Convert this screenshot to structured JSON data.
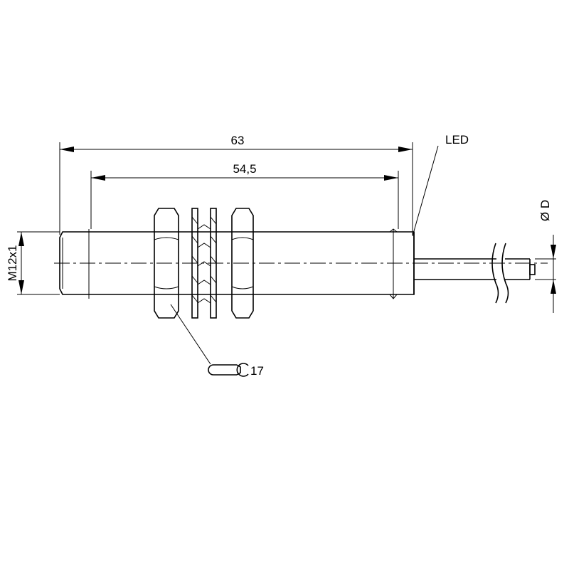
{
  "dimensions": {
    "overall_length": "63",
    "thread_length": "54,5",
    "thread_size": "M12x1",
    "cable_diameter": "Ø D",
    "wrench_size": "17"
  },
  "callouts": {
    "led": "LED"
  },
  "icons": {
    "wrench": "open-end-wrench-icon"
  }
}
